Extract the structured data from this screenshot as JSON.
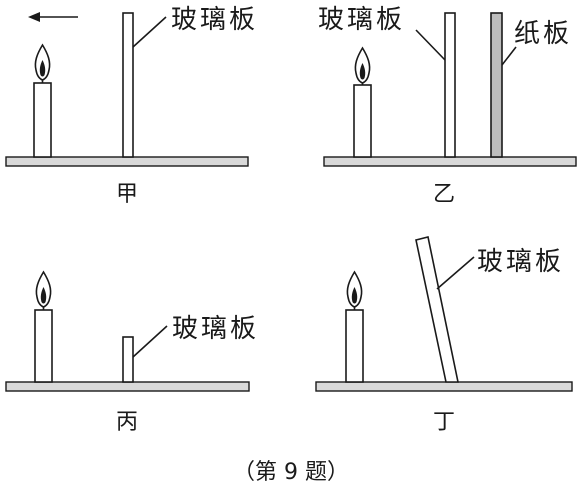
{
  "labels": {
    "glass": "玻璃板",
    "paper": "纸板",
    "caption": "（第 9 题）"
  },
  "panels": [
    {
      "id": "jia",
      "name": "甲"
    },
    {
      "id": "yi",
      "name": "乙"
    },
    {
      "id": "bing",
      "name": "丙"
    },
    {
      "id": "ding",
      "name": "丁"
    }
  ],
  "colors": {
    "ink": "#1a1a1a",
    "base": "#d9d9d9",
    "paper": "#bdbdbd"
  }
}
